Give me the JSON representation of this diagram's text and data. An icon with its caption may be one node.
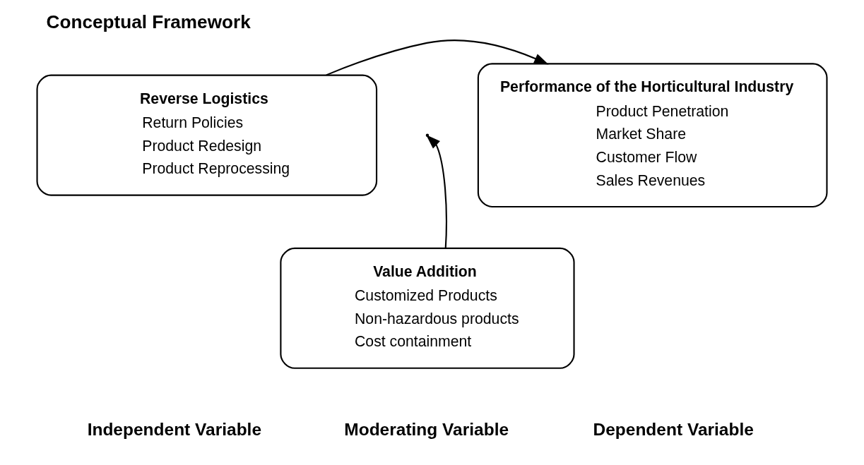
{
  "diagram": {
    "title": "Conceptual Framework",
    "nodes": [
      {
        "text": [
          "Reverse Logistics",
          "Return Policies",
          "Product Redesign",
          "Product Reprocessing"
        ]
      },
      {
        "text": [
          "Performance of the Horticultural Industry",
          "Product Penetration",
          "Market Share",
          "Customer Flow",
          "Sales Revenues"
        ]
      },
      {
        "text": [
          "Value Addition",
          "Customized Products",
          "Non-hazardous products",
          "Cost containment"
        ]
      }
    ],
    "edges": [
      {
        "from": 0,
        "to": 1,
        "arrow": "to"
      },
      {
        "from": 2,
        "to": null,
        "arrow": "to"
      }
    ],
    "labels": [
      "Independent Variable",
      "Moderating Variable",
      "Dependent Variable"
    ]
  }
}
